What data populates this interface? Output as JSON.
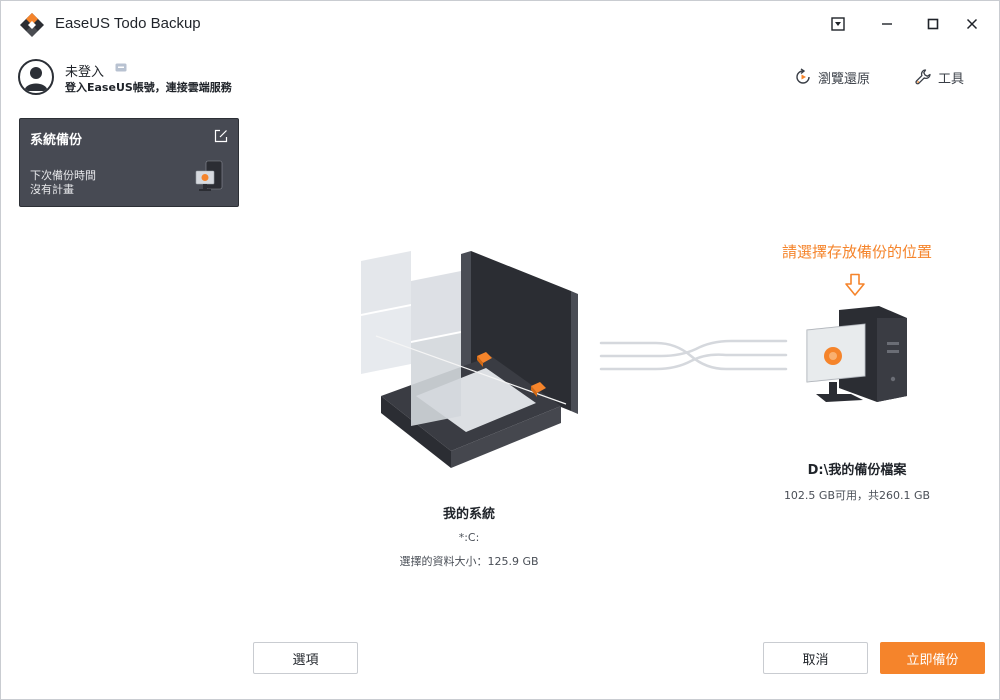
{
  "app": {
    "title": "EaseUS Todo Backup"
  },
  "user": {
    "status": "未登入",
    "subtitle": "登入EaseUS帳號，連接雲端服務"
  },
  "top_actions": {
    "browse_label": "瀏覽還原",
    "tools_label": "工具"
  },
  "backup_card": {
    "title": "系統備份",
    "next_label": "下次備份時間",
    "plan_label": "沒有計畫"
  },
  "source": {
    "title": "我的系統",
    "drive": "*:C:",
    "size_label": "選擇的資料大小：125.9 GB"
  },
  "destination": {
    "hint": "請選擇存放備份的位置",
    "path": "D:\\我的備份檔案",
    "space": "102.5 GB可用，共260.1 GB"
  },
  "buttons": {
    "options": "選項",
    "cancel": "取消",
    "backup_now": "立即備份"
  },
  "colors": {
    "accent": "#f5842b",
    "card_bg": "#474a53",
    "dark_device": "#2b2d33"
  },
  "icons": {
    "logo": "easeus-logo-icon",
    "minimize_to_tray": "tray-icon",
    "minimize": "minimize-icon",
    "maximize": "maximize-icon",
    "close": "close-icon",
    "browse": "restore-icon",
    "tools": "wrench-icon",
    "edit": "edit-icon"
  }
}
